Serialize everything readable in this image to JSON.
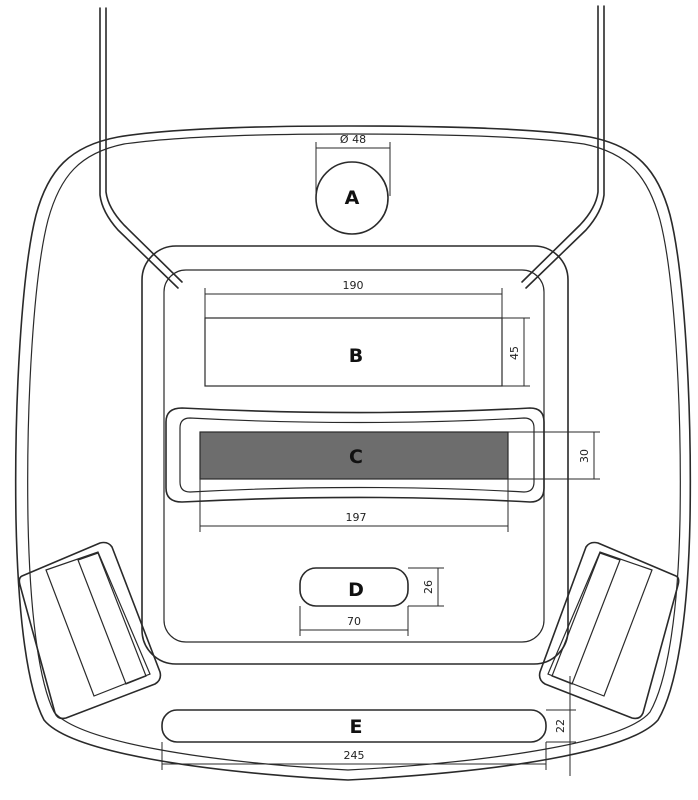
{
  "diagram": {
    "labels": {
      "a": "A",
      "b": "B",
      "c": "C",
      "d": "D",
      "e": "E"
    },
    "dimensions": {
      "a_diameter": "Ø 48",
      "b_width": "190",
      "b_height": "45",
      "c_width": "197",
      "c_height": "30",
      "d_width": "70",
      "d_height": "26",
      "e_width": "245",
      "e_height": "22"
    },
    "colors": {
      "line": "#2a2a2a",
      "fill_c": "#6d6d6d",
      "background": "#ffffff"
    }
  }
}
